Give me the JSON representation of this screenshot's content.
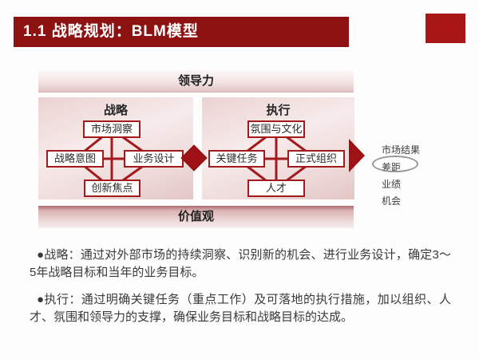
{
  "slide": {
    "title": "1.1 战略规划：BLM模型"
  },
  "colors": {
    "title_bar_bg": "#8d1212",
    "accent_square": "#a81616",
    "connector_red": "#9e1215",
    "box_border_red": "#a31a1d",
    "panel_pink": "#f0dcdc",
    "ellipse_gray": "#979797",
    "body_text": "#3a3a3a"
  },
  "diagram": {
    "top_bar_label": "领导力",
    "bottom_bar_label": "价值观",
    "left_panel": {
      "title": "战略",
      "nodes": {
        "top": "市场洞察",
        "left": "战略意图",
        "right": "业务设计",
        "bottom": "创新焦点"
      }
    },
    "right_panel": {
      "title": "执行",
      "nodes": {
        "top": "氛围与文化",
        "left": "关键任务",
        "right": "正式组织",
        "bottom": "人才"
      }
    },
    "results": {
      "items": [
        "市场结果",
        "差距",
        "业绩",
        "机会"
      ],
      "circled_item": "差距"
    }
  },
  "notes": [
    "●战略：通过对外部市场的持续洞察、识别新的机会、进行业务设计，确定3～5年战略目标和当年的业务目标。",
    "●执行：通过明确关键任务（重点工作）及可落地的执行措施，加以组织、人才、氛围和领导力的支撑，确保业务目标和战略目标的达成。"
  ]
}
